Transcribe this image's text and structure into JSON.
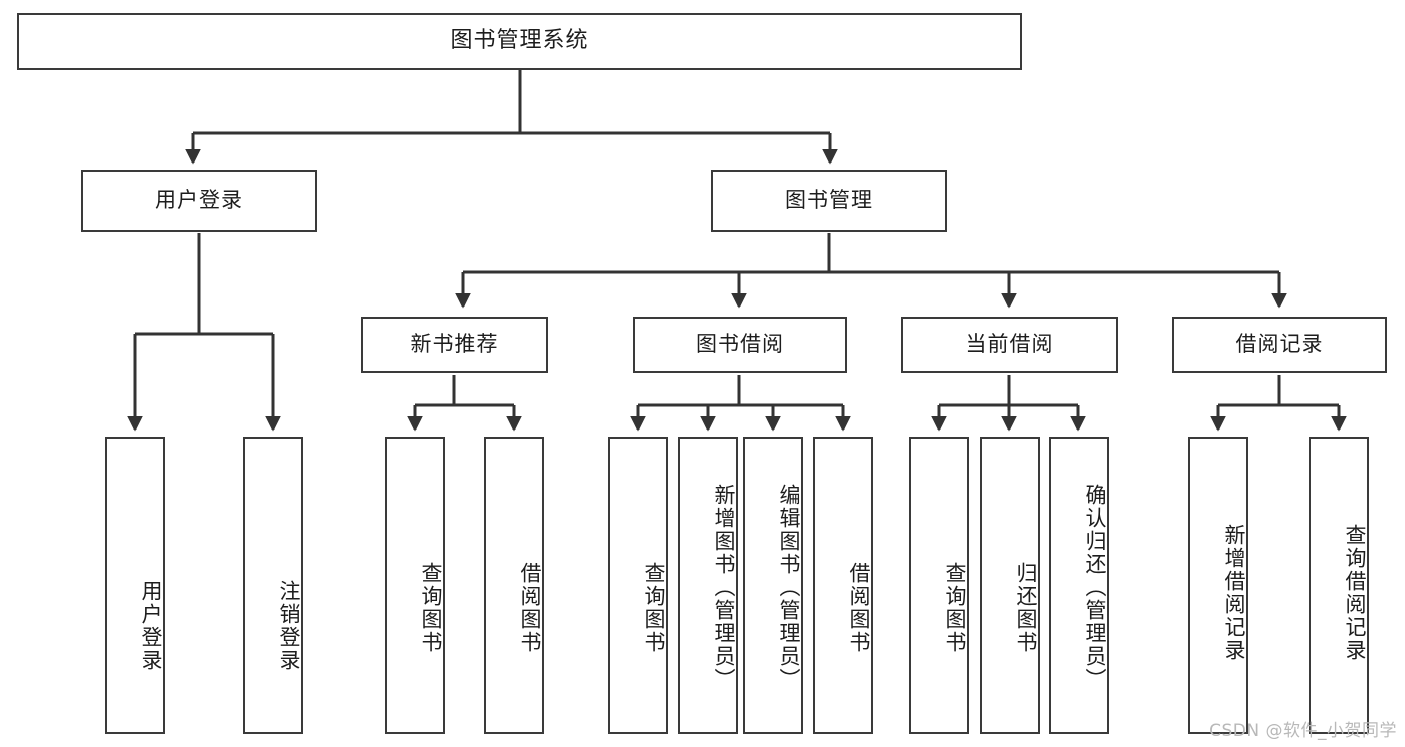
{
  "diagram": {
    "title": "图书管理系统",
    "type": "tree-hierarchy-diagram",
    "root": {
      "id": "root",
      "label": "图书管理系统"
    },
    "level2": [
      {
        "id": "user-login",
        "label": "用户登录"
      },
      {
        "id": "book-manage",
        "label": "图书管理"
      }
    ],
    "level3": [
      {
        "id": "new-book-recommend",
        "label": "新书推荐"
      },
      {
        "id": "book-borrow",
        "label": "图书借阅"
      },
      {
        "id": "current-borrow",
        "label": "当前借阅"
      },
      {
        "id": "borrow-record",
        "label": "借阅记录"
      }
    ],
    "leaves": {
      "user_login": [
        {
          "id": "leaf-user-login",
          "label": "用户登录"
        },
        {
          "id": "leaf-logout",
          "label": "注销登录"
        }
      ],
      "new_book_recommend": [
        {
          "id": "leaf-query-book-1",
          "label": "查询图书"
        },
        {
          "id": "leaf-borrow-book-1",
          "label": "借阅图书"
        }
      ],
      "book_borrow": [
        {
          "id": "leaf-query-book-2",
          "label": "查询图书"
        },
        {
          "id": "leaf-add-book",
          "label": "新增图书（管理员）"
        },
        {
          "id": "leaf-edit-book",
          "label": "编辑图书（管理员）"
        },
        {
          "id": "leaf-borrow-book-2",
          "label": "借阅图书"
        }
      ],
      "current_borrow": [
        {
          "id": "leaf-query-book-3",
          "label": "查询图书"
        },
        {
          "id": "leaf-return-book",
          "label": "归还图书"
        },
        {
          "id": "leaf-confirm-return",
          "label": "确认归还（管理员）"
        }
      ],
      "borrow_record": [
        {
          "id": "leaf-add-record",
          "label": "新增借阅记录"
        },
        {
          "id": "leaf-query-record",
          "label": "查询借阅记录"
        }
      ]
    },
    "colors": {
      "border": "#3a3a3a",
      "text": "#1d1d1d",
      "background": "#ffffff",
      "connector": "#333333",
      "watermark": "#b8b8b8"
    }
  },
  "watermark": {
    "text": "CSDN @软件_小贺同学"
  }
}
